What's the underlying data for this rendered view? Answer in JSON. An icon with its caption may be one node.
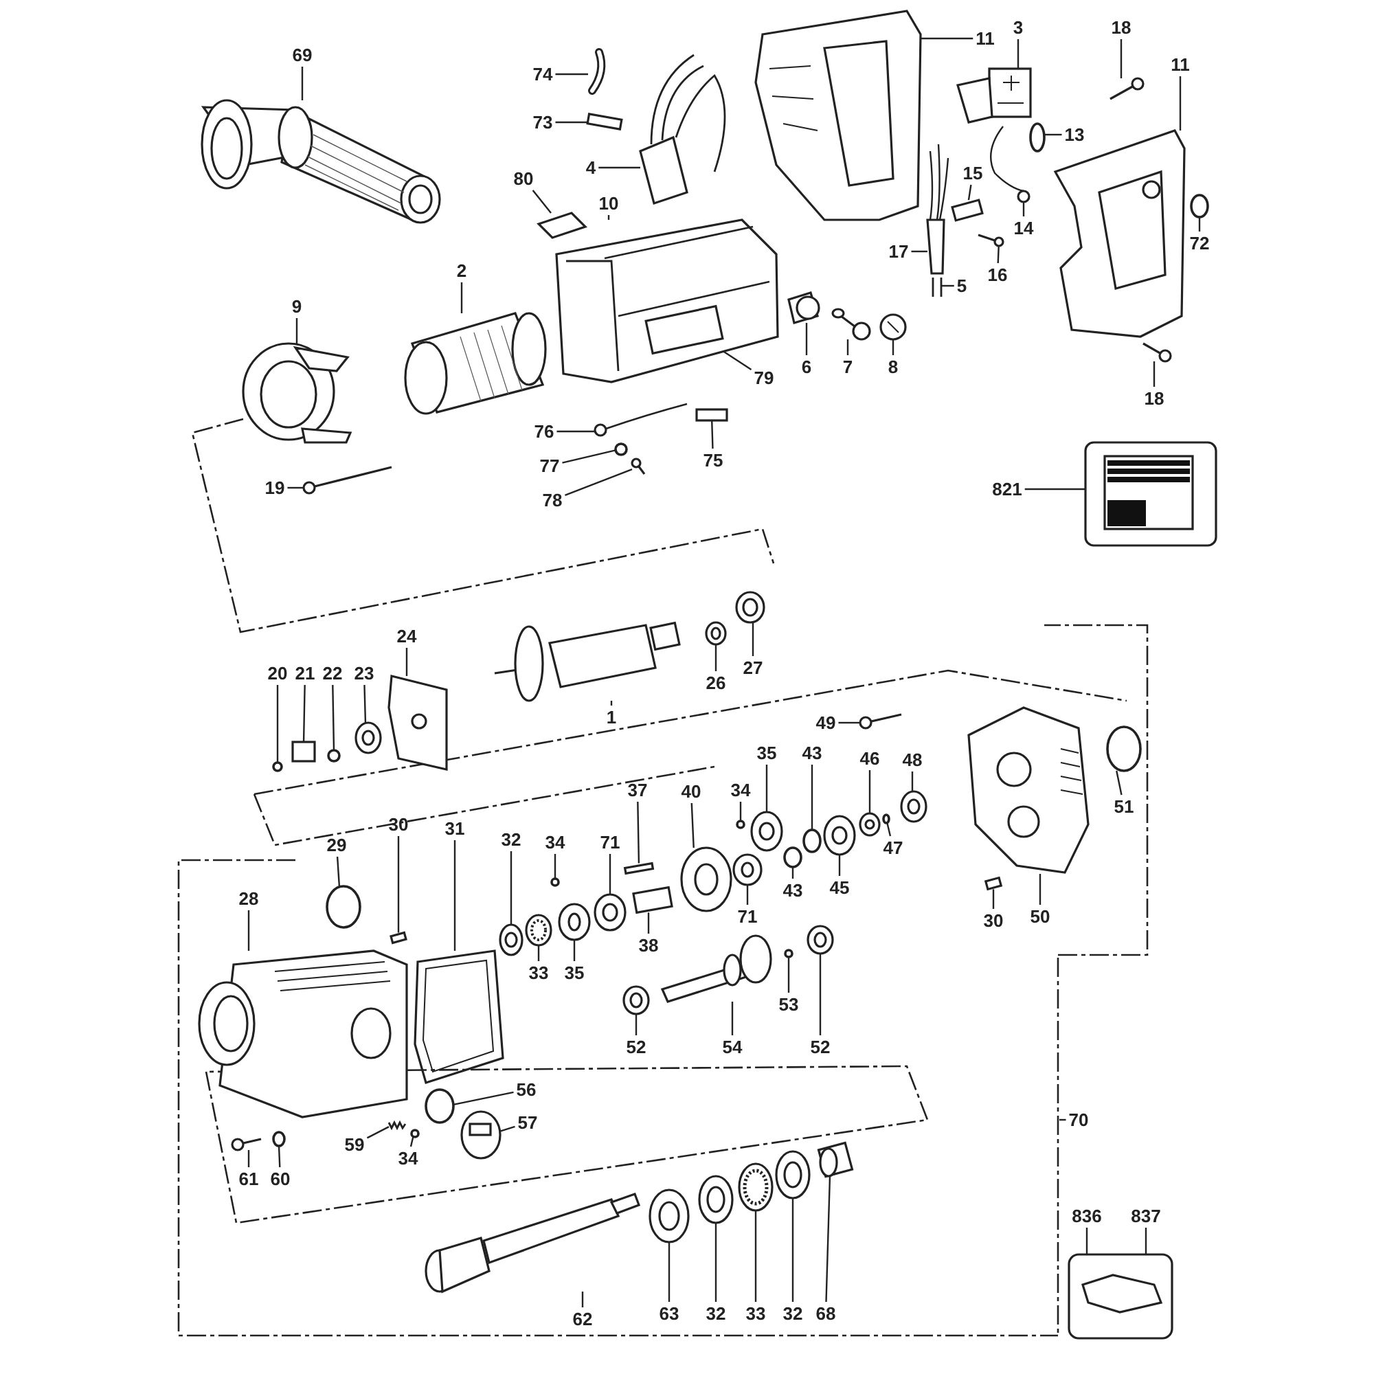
{
  "diagram": {
    "nodes": [
      {
        "text": [
          "69"
        ]
      },
      {
        "text": [
          "74"
        ]
      },
      {
        "text": [
          "73"
        ]
      },
      {
        "text": [
          "4"
        ]
      },
      {
        "text": [
          "80"
        ]
      },
      {
        "text": [
          "10"
        ]
      },
      {
        "text": [
          "11"
        ]
      },
      {
        "text": [
          "3"
        ]
      },
      {
        "text": [
          "18"
        ]
      },
      {
        "text": [
          "11"
        ]
      },
      {
        "text": [
          "13"
        ]
      },
      {
        "text": [
          "15"
        ]
      },
      {
        "text": [
          "14"
        ]
      },
      {
        "text": [
          "17"
        ]
      },
      {
        "text": [
          "16"
        ]
      },
      {
        "text": [
          "5"
        ]
      },
      {
        "text": [
          "72"
        ]
      },
      {
        "text": [
          "2"
        ]
      },
      {
        "text": [
          "9"
        ]
      },
      {
        "text": [
          "79"
        ]
      },
      {
        "text": [
          "6"
        ]
      },
      {
        "text": [
          "7"
        ]
      },
      {
        "text": [
          "8"
        ]
      },
      {
        "text": [
          "18"
        ]
      },
      {
        "text": [
          "76"
        ]
      },
      {
        "text": [
          "77"
        ]
      },
      {
        "text": [
          "75"
        ]
      },
      {
        "text": [
          "78"
        ]
      },
      {
        "text": [
          "19"
        ]
      },
      {
        "text": [
          "821"
        ]
      },
      {
        "text": [
          "1"
        ]
      },
      {
        "text": [
          "26"
        ]
      },
      {
        "text": [
          "27"
        ]
      },
      {
        "text": [
          "24"
        ]
      },
      {
        "text": [
          "20"
        ]
      },
      {
        "text": [
          "21"
        ]
      },
      {
        "text": [
          "22"
        ]
      },
      {
        "text": [
          "23"
        ]
      },
      {
        "text": [
          "49"
        ]
      },
      {
        "text": [
          "35"
        ]
      },
      {
        "text": [
          "43"
        ]
      },
      {
        "text": [
          "46"
        ]
      },
      {
        "text": [
          "48"
        ]
      },
      {
        "text": [
          "34"
        ]
      },
      {
        "text": [
          "37"
        ]
      },
      {
        "text": [
          "40"
        ]
      },
      {
        "text": [
          "51"
        ]
      },
      {
        "text": [
          "47"
        ]
      },
      {
        "text": [
          "43"
        ]
      },
      {
        "text": [
          "45"
        ]
      },
      {
        "text": [
          "29"
        ]
      },
      {
        "text": [
          "30"
        ]
      },
      {
        "text": [
          "31"
        ]
      },
      {
        "text": [
          "32"
        ]
      },
      {
        "text": [
          "34"
        ]
      },
      {
        "text": [
          "71"
        ]
      },
      {
        "text": [
          "28"
        ]
      },
      {
        "text": [
          "30"
        ]
      },
      {
        "text": [
          "50"
        ]
      },
      {
        "text": [
          "71"
        ]
      },
      {
        "text": [
          "38"
        ]
      },
      {
        "text": [
          "33"
        ]
      },
      {
        "text": [
          "35"
        ]
      },
      {
        "text": [
          "53"
        ]
      },
      {
        "text": [
          "52"
        ]
      },
      {
        "text": [
          "54"
        ]
      },
      {
        "text": [
          "52"
        ]
      },
      {
        "text": [
          "56"
        ]
      },
      {
        "text": [
          "57"
        ]
      },
      {
        "text": [
          "70"
        ]
      },
      {
        "text": [
          "59"
        ]
      },
      {
        "text": [
          "34"
        ]
      },
      {
        "text": [
          "61"
        ]
      },
      {
        "text": [
          "60"
        ]
      },
      {
        "text": [
          "836"
        ]
      },
      {
        "text": [
          "837"
        ]
      },
      {
        "text": [
          "62"
        ]
      },
      {
        "text": [
          "63"
        ]
      },
      {
        "text": [
          "32"
        ]
      },
      {
        "text": [
          "33"
        ]
      },
      {
        "text": [
          "32"
        ]
      },
      {
        "text": [
          "68"
        ]
      },
      {
        "text": [],
        "shape": "picture"
      },
      {
        "text": [],
        "shape": "picture"
      },
      {
        "text": [],
        "shape": "box"
      },
      {
        "text": [],
        "shape": "picture"
      },
      {
        "text": [],
        "shape": "picture"
      },
      {
        "text": [],
        "shape": "picture"
      },
      {
        "text": [],
        "shape": "picture"
      },
      {
        "text": [],
        "shape": "picture"
      },
      {
        "text": [],
        "shape": "picture"
      },
      {
        "text": [],
        "shape": "picture"
      },
      {
        "text": [],
        "shape": "circle"
      },
      {
        "text": [],
        "shape": "box"
      },
      {
        "text": [],
        "shape": "picture"
      },
      {
        "text": [],
        "shape": "picture"
      },
      {
        "text": [],
        "shape": "picture"
      },
      {
        "text": [],
        "shape": "picture"
      },
      {
        "text": [],
        "shape": "circle"
      },
      {
        "text": [],
        "shape": "picture"
      },
      {
        "text": [],
        "shape": "picture"
      },
      {
        "text": [],
        "shape": "box",
        "in": 87
      },
      {
        "text": [],
        "shape": "picture"
      },
      {
        "text": [],
        "shape": "picture"
      },
      {
        "text": [],
        "shape": "picture"
      },
      {
        "text": [],
        "shape": "picture"
      },
      {
        "text": [],
        "shape": "picture"
      },
      {
        "text": [],
        "shape": "circle"
      },
      {
        "text": [],
        "shape": "box"
      },
      {
        "text": [],
        "shape": "picture"
      },
      {
        "text": [],
        "shape": "picture"
      },
      {
        "text": [],
        "shape": "picture"
      },
      {
        "text": [],
        "shape": "picture"
      },
      {
        "text": [],
        "shape": "picture"
      },
      {
        "text": [],
        "shape": "picture"
      },
      {
        "text": [],
        "shape": "picture"
      },
      {
        "text": [],
        "shape": "circle"
      },
      {
        "text": [],
        "shape": "box"
      },
      {
        "text": [],
        "shape": "circle"
      },
      {
        "text": [],
        "shape": "picture"
      },
      {
        "text": [],
        "shape": "picture"
      },
      {
        "text": [],
        "shape": "picture"
      },
      {
        "text": [],
        "shape": "circle"
      },
      {
        "text": [],
        "shape": "picture"
      },
      {
        "text": [],
        "shape": "picture"
      },
      {
        "text": [],
        "shape": "circle"
      },
      {
        "text": [],
        "shape": "box"
      },
      {
        "text": [],
        "shape": "picture"
      },
      {
        "text": [],
        "shape": "circle"
      },
      {
        "text": [],
        "shape": "circle"
      },
      {
        "text": [],
        "shape": "circle"
      },
      {
        "text": [],
        "shape": "picture"
      },
      {
        "text": [],
        "shape": "circle"
      },
      {
        "text": [],
        "shape": "box"
      },
      {
        "text": [],
        "shape": "picture"
      },
      {
        "text": [],
        "shape": "picture"
      },
      {
        "text": [],
        "shape": "circle"
      },
      {
        "text": [],
        "shape": "picture"
      },
      {
        "text": [],
        "shape": "picture"
      },
      {
        "text": [],
        "shape": "box"
      },
      {
        "text": [],
        "shape": "picture"
      },
      {
        "text": [],
        "shape": "picture"
      },
      {
        "text": [],
        "shape": "box"
      },
      {
        "text": [],
        "shape": "picture"
      },
      {
        "text": [],
        "shape": "picture"
      },
      {
        "text": [],
        "shape": "circle"
      },
      {
        "text": [],
        "shape": "picture"
      },
      {
        "text": [],
        "shape": "picture"
      },
      {
        "text": [],
        "shape": "picture"
      },
      {
        "text": [],
        "shape": "circle"
      },
      {
        "text": [],
        "shape": "picture"
      },
      {
        "text": [],
        "shape": "bracket"
      },
      {
        "text": [],
        "shape": "picture"
      },
      {
        "text": [],
        "shape": "circle"
      },
      {
        "text": [],
        "shape": "picture"
      },
      {
        "text": [],
        "shape": "circle"
      },
      {
        "text": [],
        "shape": "picture"
      },
      {
        "text": [],
        "shape": "picture"
      },
      {
        "text": [],
        "shape": "picture"
      },
      {
        "text": [],
        "shape": "picture"
      },
      {
        "text": [],
        "shape": "picture"
      },
      {
        "text": [],
        "shape": "picture"
      },
      {
        "text": [],
        "shape": "picture"
      }
    ],
    "edges": [
      {
        "from": 0,
        "to": 82,
        "arrow": "none"
      },
      {
        "from": 1,
        "to": 83,
        "arrow": "none"
      },
      {
        "from": 2,
        "to": 84,
        "arrow": "none"
      },
      {
        "from": 3,
        "to": 85,
        "arrow": "none"
      },
      {
        "from": 4,
        "to": 86,
        "arrow": "none"
      },
      {
        "from": 5,
        "to": 87,
        "arrow": "none"
      },
      {
        "from": 6,
        "to": 88,
        "arrow": "none"
      },
      {
        "from": 7,
        "to": 89,
        "arrow": "none"
      },
      {
        "from": 8,
        "to": 90,
        "arrow": "none"
      },
      {
        "from": 9,
        "to": 91,
        "arrow": "none"
      },
      {
        "from": 10,
        "to": 92,
        "arrow": "none"
      },
      {
        "from": 11,
        "to": 93,
        "arrow": "none"
      },
      {
        "from": 12,
        "to": 94,
        "arrow": "none"
      },
      {
        "from": 13,
        "to": 95,
        "arrow": "none"
      },
      {
        "from": 14,
        "to": 96,
        "arrow": "none"
      },
      {
        "from": 15,
        "to": 97,
        "arrow": "none"
      },
      {
        "from": 16,
        "to": 98,
        "arrow": "none"
      },
      {
        "from": 17,
        "to": 99,
        "arrow": "none"
      },
      {
        "from": 18,
        "to": 100,
        "arrow": "none"
      },
      {
        "from": 19,
        "to": 101,
        "arrow": "none"
      },
      {
        "from": 20,
        "to": 102,
        "arrow": "none"
      },
      {
        "from": 21,
        "to": 103,
        "arrow": "none"
      },
      {
        "from": 22,
        "to": 104,
        "arrow": "none"
      },
      {
        "from": 23,
        "to": 105,
        "arrow": "none"
      },
      {
        "from": 24,
        "to": 106,
        "arrow": "none"
      },
      {
        "from": 25,
        "to": 107,
        "arrow": "none"
      },
      {
        "from": 26,
        "to": 108,
        "arrow": "none"
      },
      {
        "from": 27,
        "to": 109,
        "arrow": "none"
      },
      {
        "from": 28,
        "to": 110,
        "arrow": "none"
      },
      {
        "from": 29,
        "to": 111,
        "arrow": "none"
      },
      {
        "from": 30,
        "to": 112,
        "arrow": "none"
      },
      {
        "from": 31,
        "to": 113,
        "arrow": "none"
      },
      {
        "from": 32,
        "to": 114,
        "arrow": "none"
      },
      {
        "from": 33,
        "to": 115,
        "arrow": "none"
      },
      {
        "from": 34,
        "to": 116,
        "arrow": "none"
      },
      {
        "from": 35,
        "to": 117,
        "arrow": "none"
      },
      {
        "from": 36,
        "to": 118,
        "arrow": "none"
      },
      {
        "from": 37,
        "to": 119,
        "arrow": "none"
      },
      {
        "from": 38,
        "to": 120,
        "arrow": "none"
      },
      {
        "from": 39,
        "to": 121,
        "arrow": "none"
      },
      {
        "from": 40,
        "to": 122,
        "arrow": "none"
      },
      {
        "from": 41,
        "to": 123,
        "arrow": "none"
      },
      {
        "from": 42,
        "to": 124,
        "arrow": "none"
      },
      {
        "from": 43,
        "to": 125,
        "arrow": "none"
      },
      {
        "from": 44,
        "to": 126,
        "arrow": "none"
      },
      {
        "from": 45,
        "to": 127,
        "arrow": "none"
      },
      {
        "from": 46,
        "to": 128,
        "arrow": "none"
      },
      {
        "from": 47,
        "to": 129,
        "arrow": "none"
      },
      {
        "from": 48,
        "to": 130,
        "arrow": "none"
      },
      {
        "from": 49,
        "to": 131,
        "arrow": "none"
      },
      {
        "from": 50,
        "to": 132,
        "arrow": "none"
      },
      {
        "from": 51,
        "to": 133,
        "arrow": "none"
      },
      {
        "from": 52,
        "to": 134,
        "arrow": "none"
      },
      {
        "from": 53,
        "to": 135,
        "arrow": "none"
      },
      {
        "from": 54,
        "to": 136,
        "arrow": "none"
      },
      {
        "from": 55,
        "to": 137,
        "arrow": "none"
      },
      {
        "from": 56,
        "to": 138,
        "arrow": "none"
      },
      {
        "from": 57,
        "to": 139,
        "arrow": "none"
      },
      {
        "from": 58,
        "to": 140,
        "arrow": "none"
      },
      {
        "from": 59,
        "to": 141,
        "arrow": "none"
      },
      {
        "from": 60,
        "to": 142,
        "arrow": "none"
      },
      {
        "from": 61,
        "to": 143,
        "arrow": "none"
      },
      {
        "from": 62,
        "to": 144,
        "arrow": "none"
      },
      {
        "from": 63,
        "to": 145,
        "arrow": "none"
      },
      {
        "from": 64,
        "to": 146,
        "arrow": "none"
      },
      {
        "from": 65,
        "to": 147,
        "arrow": "none"
      },
      {
        "from": 66,
        "to": 148,
        "arrow": "none"
      },
      {
        "from": 67,
        "to": 149,
        "arrow": "none"
      },
      {
        "from": 68,
        "to": 150,
        "arrow": "none"
      },
      {
        "from": 69,
        "to": 151,
        "arrow": "none"
      },
      {
        "from": 70,
        "to": 152,
        "arrow": "none"
      },
      {
        "from": 71,
        "to": 153,
        "arrow": "none"
      },
      {
        "from": 72,
        "to": 154,
        "arrow": "none"
      },
      {
        "from": 73,
        "to": 155,
        "arrow": "none"
      },
      {
        "from": 74,
        "to": 156,
        "arrow": "none"
      },
      {
        "from": 75,
        "to": 156,
        "arrow": "none"
      },
      {
        "from": 76,
        "to": 157,
        "arrow": "none"
      },
      {
        "from": 77,
        "to": 158,
        "arrow": "none"
      },
      {
        "from": 78,
        "to": 159,
        "arrow": "none"
      },
      {
        "from": 79,
        "to": 160,
        "arrow": "none"
      },
      {
        "from": 80,
        "to": 161,
        "arrow": "none"
      },
      {
        "from": 81,
        "to": 162,
        "arrow": "none"
      }
    ]
  }
}
